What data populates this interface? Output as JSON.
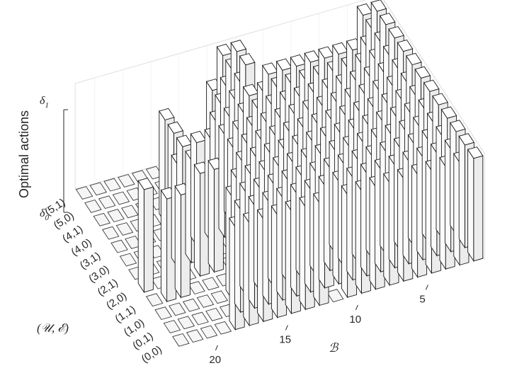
{
  "chart_data": {
    "type": "bar3d",
    "title": "",
    "ylabel": "Optimal actions",
    "xlabel_b": "ℬ",
    "xlabel_ue": "(𝒰, ℰ)",
    "z_ticks": [
      {
        "main": "δ",
        "sub": "0"
      },
      {
        "main": "δ",
        "sub": "1"
      }
    ],
    "b_ticks": [
      "5",
      "10",
      "15",
      "20"
    ],
    "b_values": [
      1,
      2,
      3,
      4,
      5,
      6,
      7,
      8,
      9,
      10,
      11,
      12,
      13,
      14,
      15,
      16,
      17,
      18,
      19,
      20,
      21,
      22
    ],
    "ue_categories": [
      "(0,0)",
      "(0,1)",
      "(1,0)",
      "(1,1)",
      "(2,0)",
      "(2,1)",
      "(3,0)",
      "(3,1)",
      "(4,0)",
      "(4,1)",
      "(5,0)",
      "(5,1)"
    ],
    "grid": true,
    "matrix": [
      [
        0,
        0,
        0,
        0,
        1,
        1,
        1,
        1,
        1,
        1,
        1,
        0,
        1,
        1,
        1,
        1,
        1,
        1,
        1,
        1,
        1,
        1
      ],
      [
        0,
        0,
        0,
        0,
        0,
        1,
        1,
        1,
        1,
        1,
        1,
        1,
        1,
        1,
        1,
        1,
        1,
        1,
        1,
        1,
        1,
        1
      ],
      [
        0,
        0,
        0,
        0,
        0,
        1,
        1,
        1,
        1,
        1,
        1,
        1,
        1,
        1,
        1,
        1,
        1,
        1,
        1,
        1,
        1,
        1
      ],
      [
        0,
        1,
        1,
        0,
        0,
        0,
        1,
        1,
        1,
        1,
        1,
        1,
        1,
        1,
        1,
        1,
        1,
        1,
        1,
        1,
        1,
        1
      ],
      [
        1,
        0,
        0,
        0,
        1,
        1,
        0,
        1,
        1,
        1,
        1,
        1,
        1,
        1,
        1,
        1,
        1,
        1,
        1,
        1,
        1,
        1
      ],
      [
        0,
        0,
        0,
        1,
        1,
        0,
        0,
        1,
        1,
        1,
        1,
        1,
        1,
        1,
        1,
        1,
        1,
        1,
        1,
        1,
        1,
        1
      ],
      [
        0,
        0,
        0,
        0,
        1,
        1,
        1,
        1,
        1,
        1,
        1,
        1,
        1,
        1,
        1,
        1,
        1,
        1,
        1,
        1,
        1,
        1
      ],
      [
        0,
        0,
        0,
        0,
        1,
        0,
        0,
        1,
        1,
        1,
        1,
        1,
        1,
        1,
        1,
        1,
        1,
        1,
        1,
        1,
        1,
        1
      ],
      [
        0,
        0,
        0,
        0,
        1,
        0,
        0,
        0,
        1,
        1,
        1,
        1,
        1,
        1,
        1,
        1,
        1,
        1,
        1,
        1,
        1,
        1
      ],
      [
        0,
        0,
        0,
        0,
        0,
        0,
        0,
        0,
        1,
        1,
        1,
        0,
        1,
        1,
        1,
        1,
        1,
        1,
        1,
        1,
        1,
        1
      ],
      [
        0,
        0,
        0,
        0,
        0,
        0,
        0,
        0,
        0,
        0,
        1,
        1,
        0,
        0,
        0,
        0,
        0,
        0,
        0,
        0,
        1,
        1
      ],
      [
        0,
        0,
        0,
        0,
        0,
        0,
        0,
        0,
        0,
        0,
        1,
        1,
        0,
        0,
        0,
        0,
        0,
        0,
        0,
        0,
        1,
        1
      ]
    ]
  }
}
